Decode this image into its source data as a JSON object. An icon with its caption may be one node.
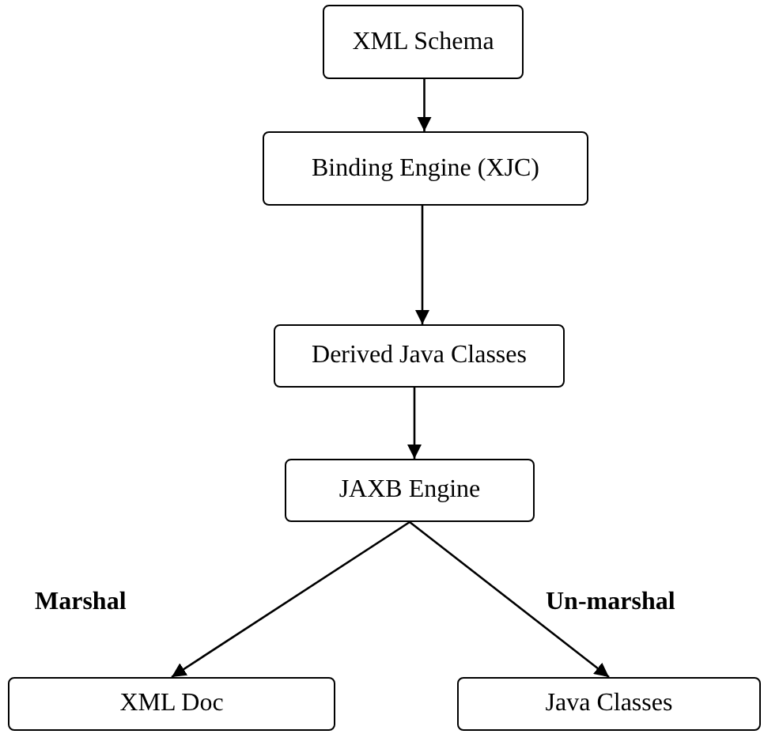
{
  "diagram": {
    "nodes": [
      {
        "text": [
          "XML Schema"
        ]
      },
      {
        "text": [
          "Binding Engine (XJC)"
        ]
      },
      {
        "text": [
          "Derived Java Classes"
        ]
      },
      {
        "text": [
          "JAXB Engine"
        ]
      },
      {
        "text": [
          "XML Doc"
        ]
      },
      {
        "text": [
          "Java Classes"
        ]
      }
    ],
    "edges": [
      {
        "from": 0,
        "to": 1,
        "arrow": "to"
      },
      {
        "from": 1,
        "to": 2,
        "arrow": "to"
      },
      {
        "from": 2,
        "to": 3,
        "arrow": "to"
      },
      {
        "from": 3,
        "to": 4,
        "arrow": "to",
        "label": "Marshal"
      },
      {
        "from": 3,
        "to": 5,
        "arrow": "to",
        "label": "Un-marshal"
      }
    ]
  }
}
